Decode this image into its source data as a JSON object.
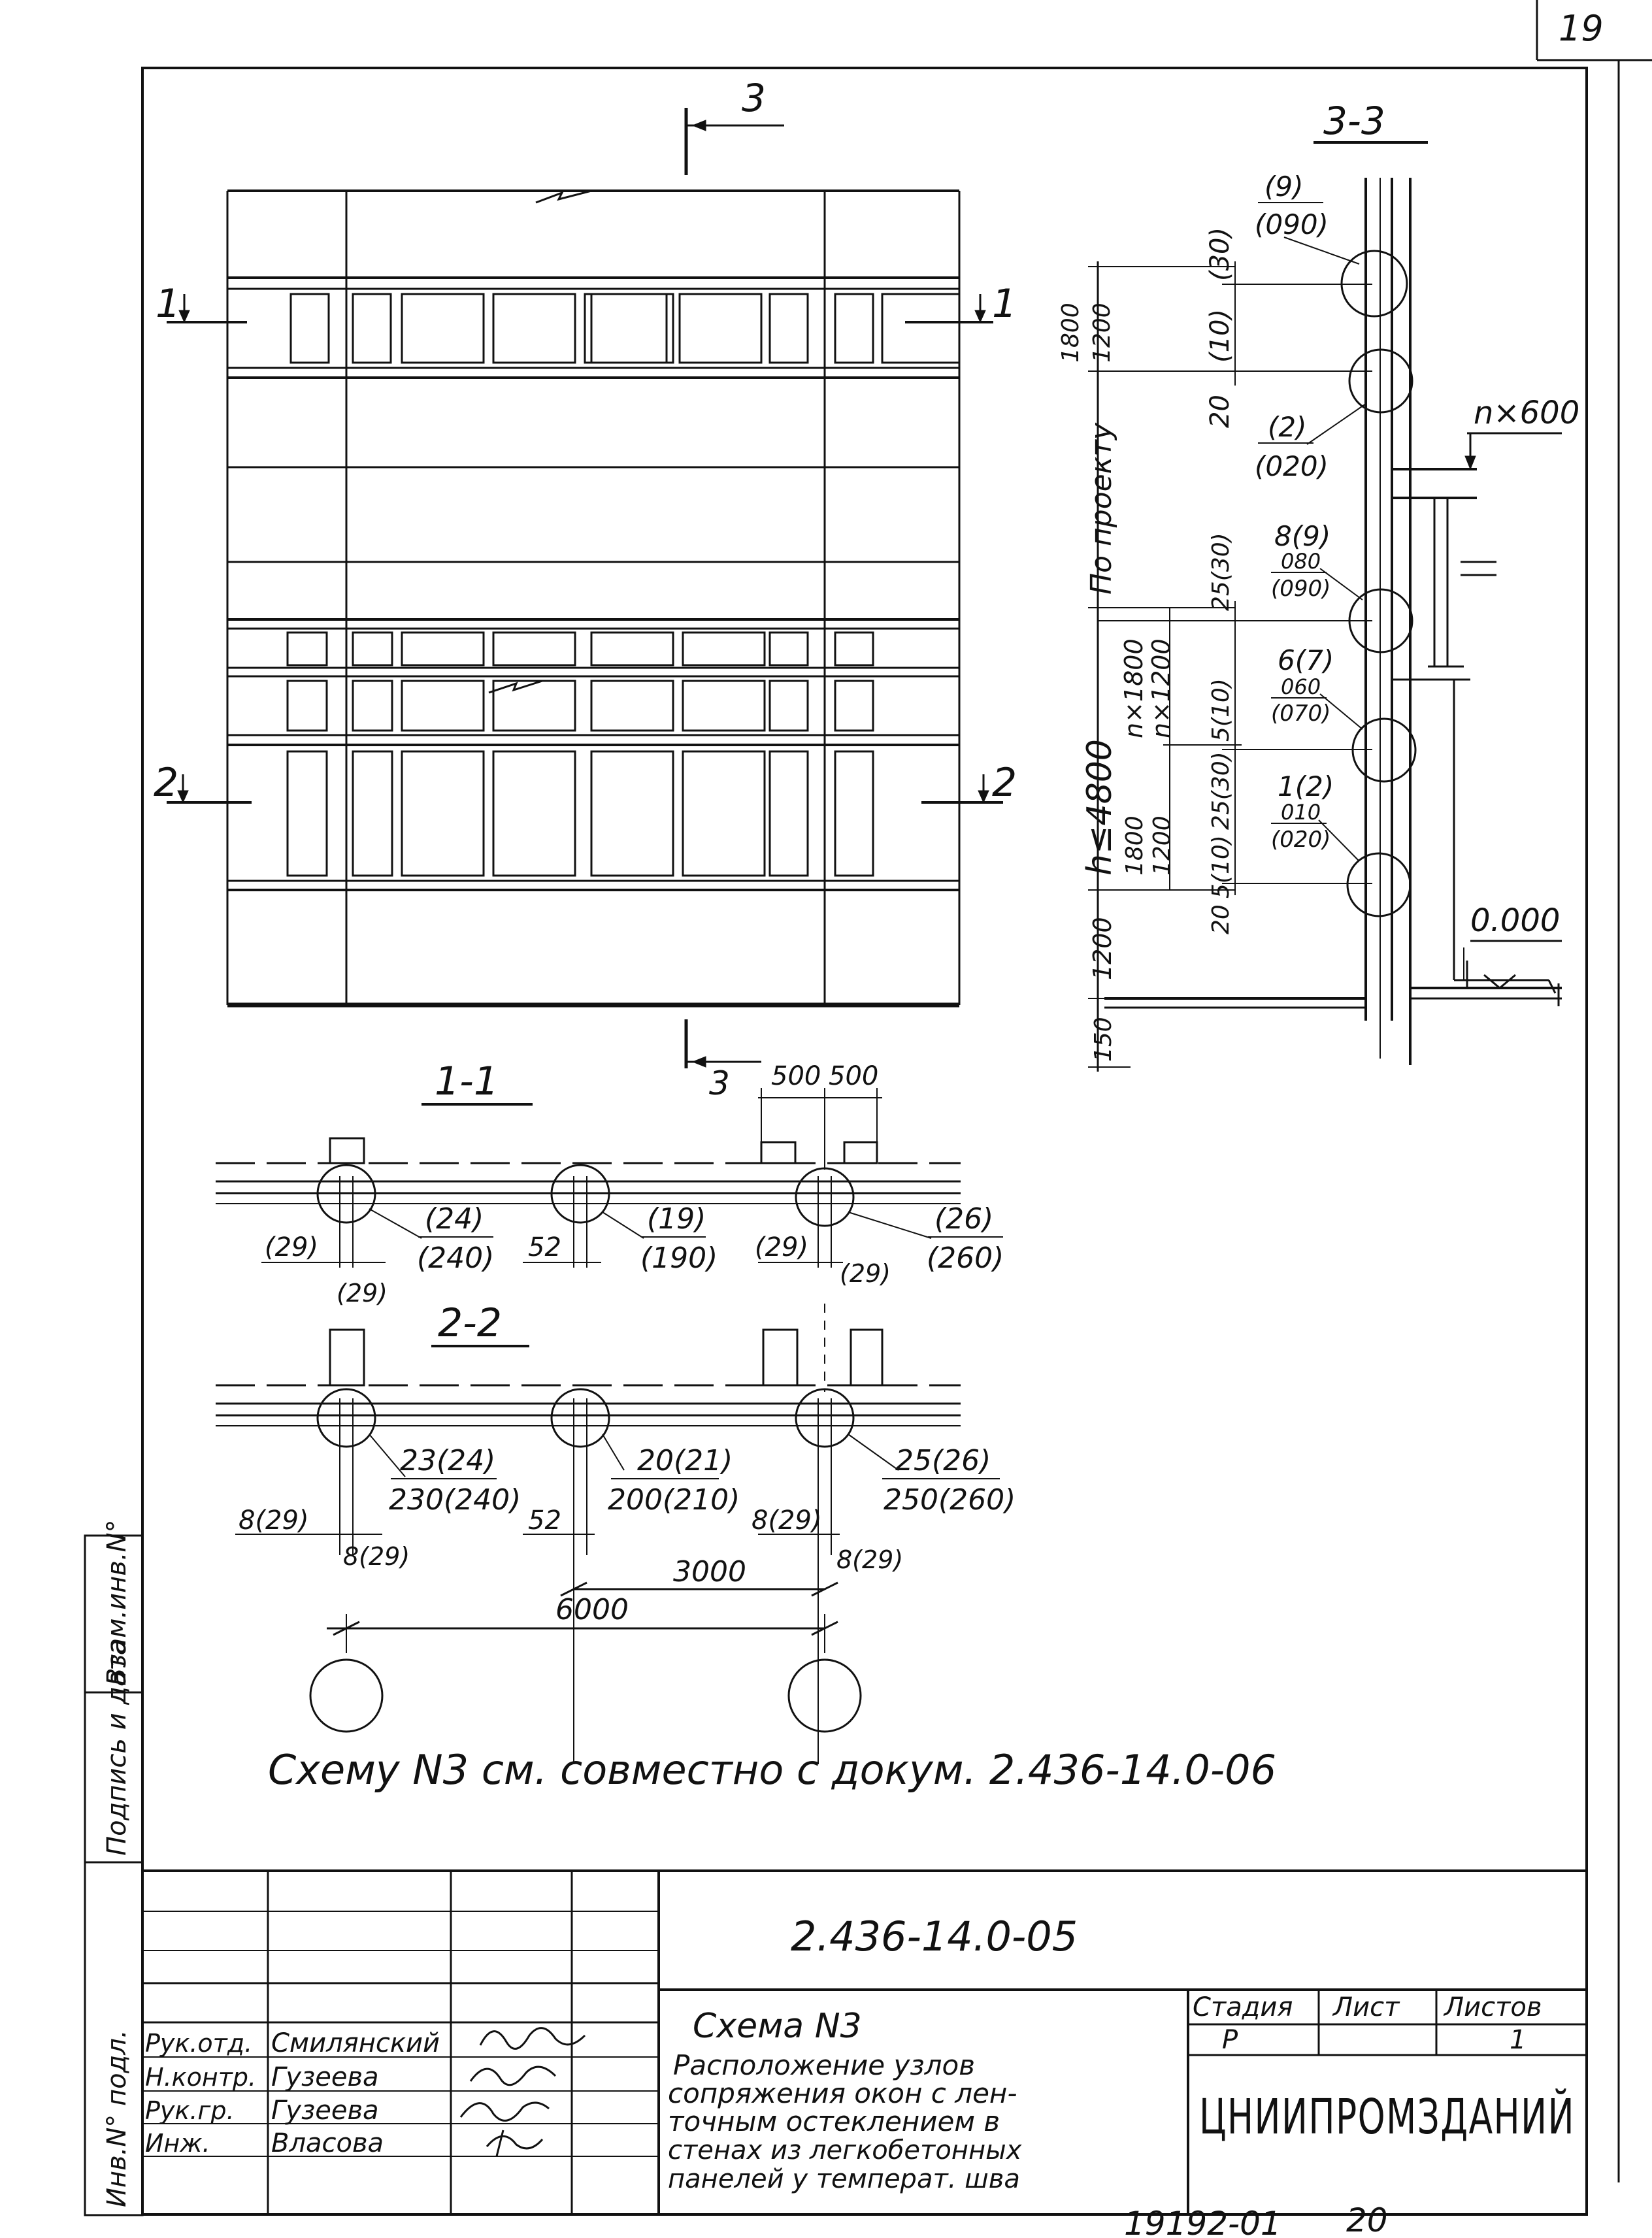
{
  "sheet": {
    "page_number": "19",
    "bottom_number": "19192-01",
    "bottom_sheet": "20",
    "note": "Схему N3 см. совместно с докум. 2.436-14.0-06"
  },
  "elevation": {
    "section_marks": [
      "1",
      "2",
      "3"
    ],
    "cut_3_label": "3"
  },
  "section_3_3": {
    "title": "3-3",
    "dims": {
      "d1800_1200": [
        "1800",
        "1200"
      ],
      "d_po_proektu": "По проекту",
      "d_h": "h≤4800",
      "d_nx": [
        "n×1800",
        "n×1200"
      ],
      "d_1800_1200_b": [
        "1800",
        "1200"
      ],
      "d1200": "1200",
      "d150": "150",
      "d20a": "20",
      "d20b": "20",
      "d25a": "25(30)",
      "d25b": "25(30)",
      "d5a": "5(10)",
      "d5b": "5(10)",
      "d30": "(30)",
      "d10": "(10)",
      "nx600": "n×600",
      "level": "0.000"
    },
    "nodes": [
      {
        "top": "(9)",
        "bottom": "(090)"
      },
      {
        "top": "(2)",
        "bottom": "(020)"
      },
      {
        "top": "8(9)",
        "mid": "080",
        "bottom": "(090)"
      },
      {
        "top": "6(7)",
        "mid": "060",
        "bottom": "(070)"
      },
      {
        "top": "1(2)",
        "mid": "010",
        "bottom": "(020)"
      }
    ]
  },
  "section_1_1": {
    "title": "1-1",
    "dim_top": [
      "500",
      "500"
    ],
    "nodes": [
      {
        "top": "(24)",
        "bottom": "(240)"
      },
      {
        "top": "(19)",
        "bottom": "(190)"
      },
      {
        "top": "(26)",
        "bottom": "(260)"
      }
    ],
    "small": [
      "(29)",
      "(29)",
      "52",
      "(29)",
      "(29)"
    ]
  },
  "section_2_2": {
    "title": "2-2",
    "nodes": [
      {
        "top": "23(24)",
        "bottom": "230(240)"
      },
      {
        "top": "20(21)",
        "bottom": "200(210)"
      },
      {
        "top": "25(26)",
        "bottom": "250(260)"
      }
    ],
    "small": [
      "8(29)",
      "8(29)",
      "52",
      "8(29)",
      "8(29)"
    ],
    "dim_3000": "3000",
    "dim_6000": "6000"
  },
  "left_strip": [
    "Инв.N° подл.",
    "Подпись и дата",
    "Взам.инв.N°"
  ],
  "title_block": {
    "doc_code": "2.436-14.0-05",
    "staff": [
      {
        "role": "Рук.отд.",
        "name": "Смилянский"
      },
      {
        "role": "Н.контр.",
        "name": "Гузеева"
      },
      {
        "role": "Рук.гр.",
        "name": "Гузеева"
      },
      {
        "role": "Инж.",
        "name": "Власова"
      }
    ],
    "scheme_title": "Схема N3",
    "description": [
      "Расположение узлов",
      "сопряжения окон с лен-",
      "точным остеклением в",
      "стенах из легкобетонных",
      "панелей у температ. шва"
    ],
    "stage_header": "Стадия",
    "sheet_header": "Лист",
    "sheets_header": "Листов",
    "stage": "Р",
    "sheet": "",
    "sheets": "1",
    "org": "ЦНИИПРОМЗДАНИЙ"
  }
}
